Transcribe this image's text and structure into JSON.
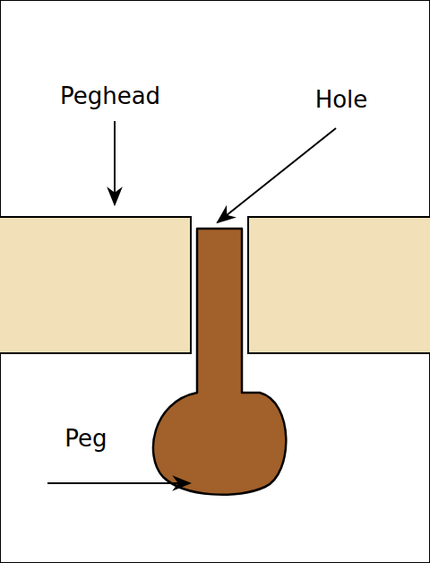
{
  "diagram": {
    "labels": [
      "Peghead",
      "Hole",
      "Peg"
    ]
  }
}
